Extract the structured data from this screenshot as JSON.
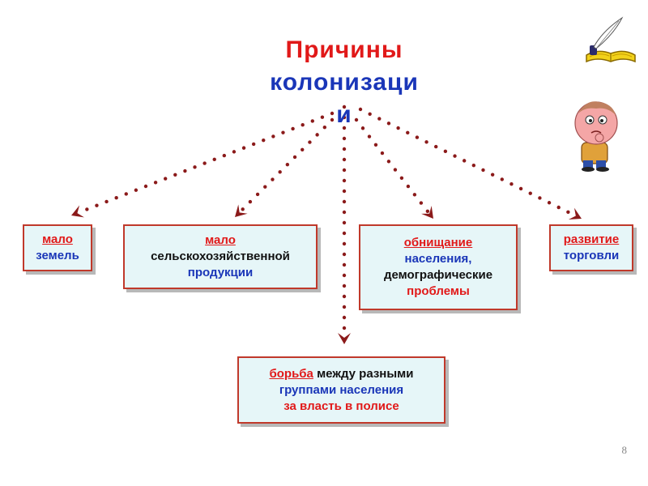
{
  "title": {
    "line1": "Причины",
    "line2": "колонизаци",
    "line3": "и"
  },
  "boxes": {
    "land": {
      "l1": "мало",
      "l2": "земель"
    },
    "agri": {
      "l1": "мало",
      "l2": "сельскохозяйственной",
      "l3": "продукции"
    },
    "poverty": {
      "l1": "обнищание",
      "l2": "населения,",
      "l3": "демографические",
      "l4": "проблемы"
    },
    "trade": {
      "l1": "развитие",
      "l2": "торговли"
    },
    "struggle": {
      "l1a": "борьба",
      "l1b": " между разными",
      "l2": "группами населения",
      "l3": "за власть в полисе"
    }
  },
  "page_number": "8",
  "colors": {
    "red": "#e11919",
    "blue": "#1a36b8",
    "dots": "#8b1a1a",
    "border": "#c0392b",
    "box_fill": "#e6f6f8"
  },
  "icons": [
    "quill-book-icon",
    "thinking-boy-icon"
  ]
}
